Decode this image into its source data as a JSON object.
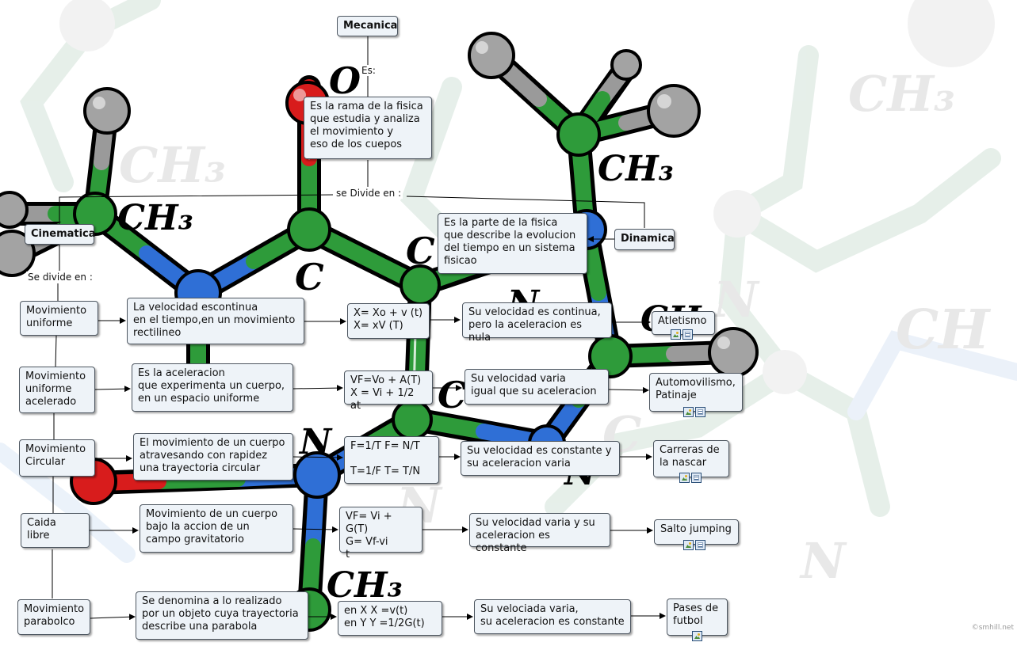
{
  "diagram": {
    "nodes": {
      "mecanica": "Mecanica",
      "definicion": "Es la rama de la fisica\nque estudia y analiza\nel movimiento y\neso de los cuepos",
      "cinematica": "Cinematica",
      "dinamica": "Dinamica",
      "dinamica_def": "Es la parte de la fisica\nque describe la evolucion\ndel tiempo en un sistema\nfisicao",
      "mu": "Movimiento\nuniforme",
      "mu_def": "La velocidad escontinua\nen el tiempo,en un movimiento\n rectilineo",
      "mu_formula": "X= Xo + v (t)\nX= xV (T)",
      "mu_prop": "Su velocidad es continua,\npero la aceleracion es nula",
      "mu_ej": "Atletismo",
      "mua": "Movimiento\nuniforme\nacelerado",
      "mua_def": "Es la aceleracion\nque experimenta un cuerpo,\nen un espacio uniforme",
      "mua_formula": "VF=Vo + A(T)\nX = Vi + 1/2 at",
      "mua_prop": "Su velocidad varia\nigual que su  aceleracion",
      "mua_ej": "Automovilismo,\nPatinaje",
      "mc": "Movimiento\nCircular",
      "mc_def": "El movimiento de un cuerpo\natravesando con rapidez\nuna trayectoria circular",
      "mc_formula": "F=1/T    F= N/T\n\nT=1/F   T= T/N",
      "mc_prop": "Su velocidad es constante y\nsu aceleracion varia",
      "mc_ej": "Carreras de\nla nascar",
      "cl": "Caida\nlibre",
      "cl_def": "Movimiento de un cuerpo\nbajo la accion de un\ncampo gravitatorio",
      "cl_formula": "VF= Vi + G(T)\nG= Vf-vi\n       t",
      "cl_prop": "Su velocidad varia y su\naceleracion es constante",
      "cl_ej": "Salto jumping",
      "mp": "Movimiento\nparabolco",
      "mp_def": "Se denomina a lo realizado\npor un objeto cuya trayectoria\ndescribe una parabola",
      "mp_formula": "en X    X =v(t)\nen Y    Y =1/2G(t)",
      "mp_prop": "Su velociada varia,\nsu aceleracion es constante",
      "mp_ej": "Pases de\nfutbol"
    },
    "labels": {
      "es": "Es:",
      "se_divide": "se Divide en :",
      "se_divide2": "Se divide en :"
    }
  },
  "background": {
    "atom_labels": [
      "O",
      "CH3",
      "CH3",
      "CH3",
      "C",
      "C",
      "C",
      "N",
      "N",
      "N",
      "N",
      "CH",
      "CH3"
    ],
    "colors": {
      "carbon": "#2f9a36",
      "nitrogen": "#2f6fd6",
      "oxygen": "#d81c1c",
      "hydrogen": "#9a9a9a",
      "node_fill": "#eef3f8"
    }
  },
  "watermark": "©smhill.net"
}
